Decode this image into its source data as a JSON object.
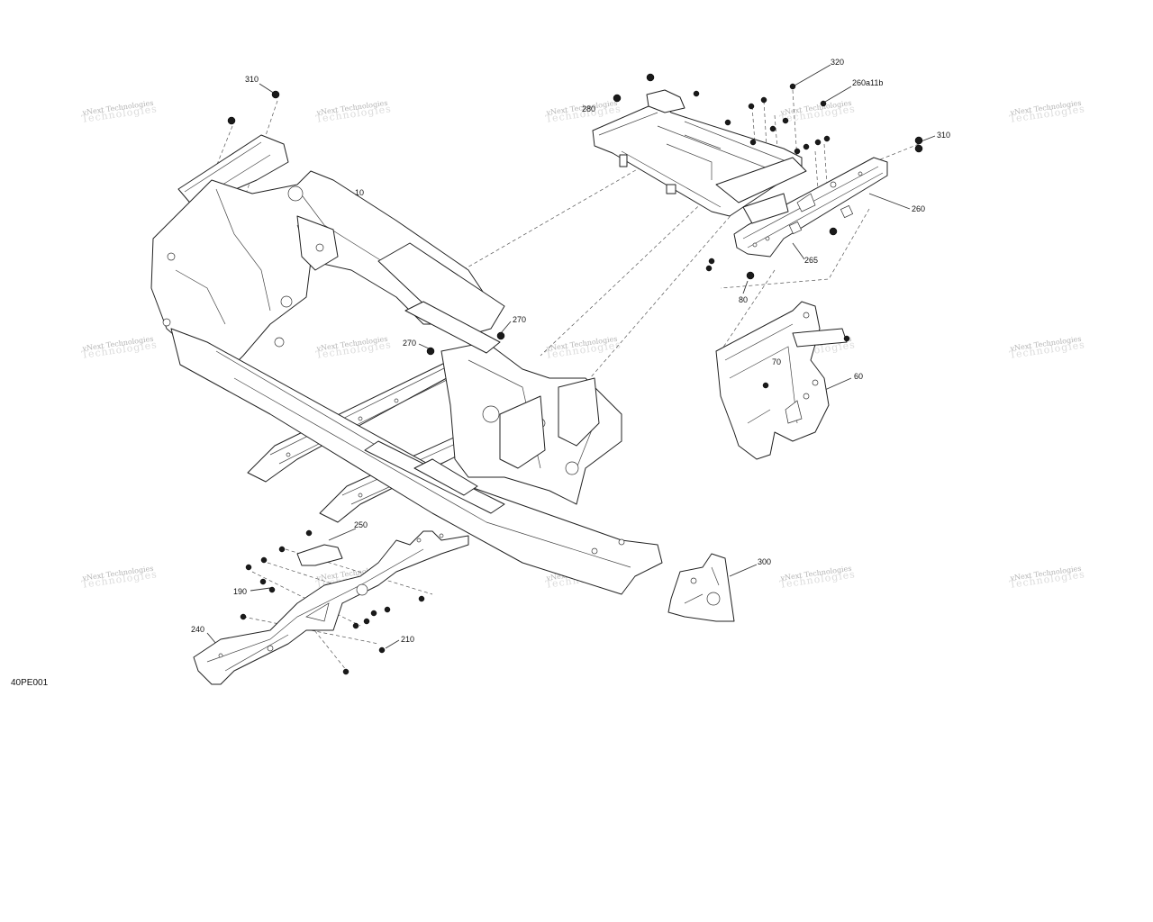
{
  "diagram": {
    "id": "40PE001",
    "watermark": {
      "line1": "vNext Technologies",
      "line2": "Technologies"
    },
    "callouts": [
      {
        "key": "c310a",
        "text": "310"
      },
      {
        "key": "c310b",
        "text": "310"
      },
      {
        "key": "c320",
        "text": "320"
      },
      {
        "key": "c260a11b",
        "text": "260a11b"
      },
      {
        "key": "c280",
        "text": "280"
      },
      {
        "key": "c10",
        "text": "10"
      },
      {
        "key": "c260",
        "text": "260"
      },
      {
        "key": "c265",
        "text": "265"
      },
      {
        "key": "c80",
        "text": "80"
      },
      {
        "key": "c270a",
        "text": "270"
      },
      {
        "key": "c270b",
        "text": "270"
      },
      {
        "key": "c70",
        "text": "70"
      },
      {
        "key": "c60",
        "text": "60"
      },
      {
        "key": "c250",
        "text": "250"
      },
      {
        "key": "c300",
        "text": "300"
      },
      {
        "key": "c190",
        "text": "190"
      },
      {
        "key": "c240",
        "text": "240"
      },
      {
        "key": "c210",
        "text": "210"
      }
    ]
  }
}
